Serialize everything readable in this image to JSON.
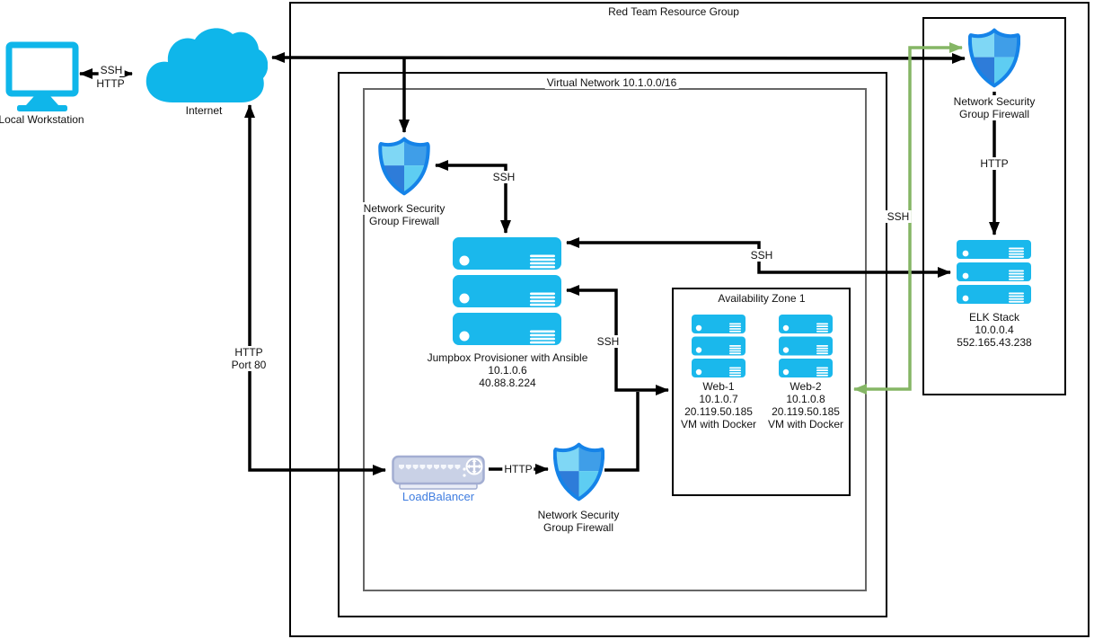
{
  "groups": {
    "resource_group": "Red Team Resource Group",
    "virtual_network": "Virtual Network 10.1.0.0/16",
    "availability_zone": "Availability Zone 1"
  },
  "nodes": {
    "workstation": {
      "label": "Local Workstation"
    },
    "internet": {
      "label": "Internet"
    },
    "nsg_top": {
      "lines": [
        "Network Security",
        "Group Firewall"
      ]
    },
    "jumpbox": {
      "lines": [
        "Jumpbox Provisioner with Ansible",
        "10.1.0.6",
        "40.88.8.224"
      ]
    },
    "web1": {
      "lines": [
        "Web-1",
        "10.1.0.7",
        "20.119.50.185",
        "VM with Docker"
      ]
    },
    "web2": {
      "lines": [
        "Web-2",
        "10.1.0.8",
        "20.119.50.185",
        "VM with Docker"
      ]
    },
    "loadbalancer": {
      "label": "LoadBalancer"
    },
    "nsg_lb": {
      "lines": [
        "Network Security",
        "Group Firewall"
      ]
    },
    "nsg_right": {
      "lines": [
        "Network Security",
        "Group Firewall"
      ]
    },
    "elk": {
      "lines": [
        "ELK Stack",
        "10.0.0.4",
        "552.165.43.238"
      ]
    }
  },
  "edges": {
    "ws_internet": {
      "labels": [
        "SSH",
        "HTTP"
      ]
    },
    "internet_lb": {
      "labels": [
        "HTTP",
        "Port 80"
      ]
    },
    "nsg_jumpbox": {
      "label": "SSH"
    },
    "jumpbox_elk": {
      "label": "SSH"
    },
    "jumpbox_web": {
      "label": "SSH"
    },
    "lb_nsg": {
      "label": "HTTP"
    },
    "nsg_elk": {
      "label": "HTTP"
    },
    "web_nsg_green": {
      "label": "SSH"
    }
  },
  "colors": {
    "icon_cyan": "#0fb6ea",
    "edge_black": "#000000",
    "edge_green": "#85b665",
    "lb_label_blue": "#3f7de0",
    "shield_border": "#1583e8"
  }
}
